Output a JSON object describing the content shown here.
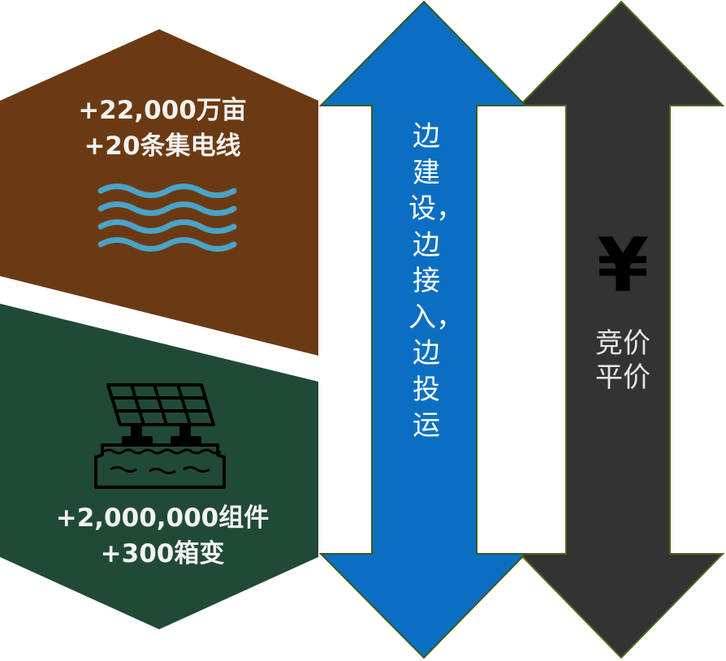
{
  "brown_panel": {
    "line1": "+22,000万亩",
    "line2": "+20条集电线",
    "icon": "water-waves-icon",
    "color": "#6b3a12",
    "icon_color": "#4aa3c8"
  },
  "green_panel": {
    "line1": "+2,000,000组件",
    "line2": "+300箱变",
    "icon": "floating-solar-panel-icon",
    "color": "#214a36"
  },
  "blue_arrow": {
    "text": "边建设，边接入，边投运",
    "color": "#0a6fc2",
    "outline": "#3a5a1a"
  },
  "dark_arrow": {
    "symbol": "¥",
    "line1": "竞价",
    "line2": "平价",
    "color": "#333333",
    "outline": "#4a6a1a"
  }
}
